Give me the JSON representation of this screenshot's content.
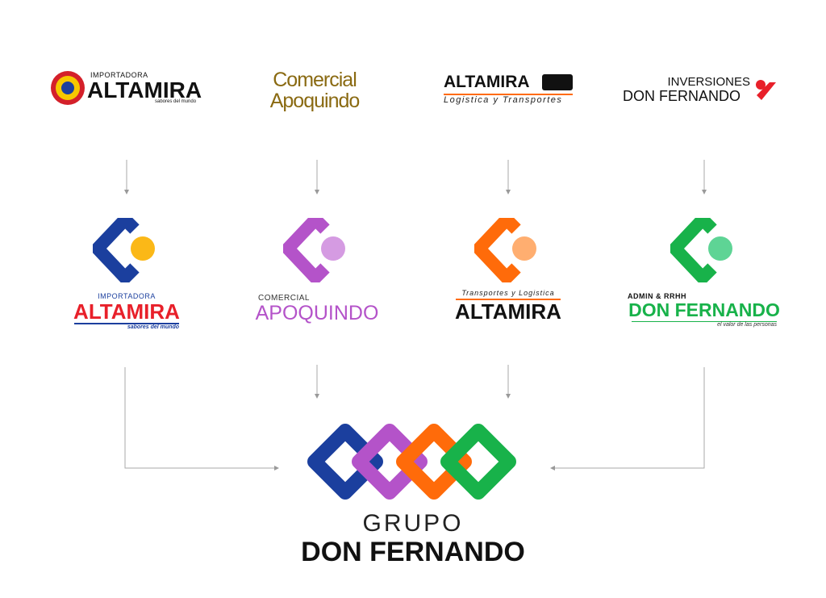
{
  "colors": {
    "blue": "#1b3f9e",
    "yellow": "#fbb817",
    "purple": "#b453c9",
    "light_purple": "#d59be2",
    "orange": "#ff6b0a",
    "light_orange": "#ffae70",
    "green": "#18b24a",
    "light_green": "#5ed495",
    "gold": "#8a6a12",
    "red": "#e8202a",
    "dark": "#111111",
    "gray": "#9a9a9a"
  },
  "old_brands": [
    {
      "small": "Importadora",
      "name": "ALTAMIRA",
      "tagline": "sabores del mundo"
    },
    {
      "line1": "Comercial",
      "line2": "Apoquindo"
    },
    {
      "name": "ALTAMIRA",
      "tagline": "Logistica y Transportes"
    },
    {
      "line1": "INVERSIONES",
      "line2": "DON FERNANDO"
    }
  ],
  "new_brands": [
    {
      "small": "Importadora",
      "name": "ALTAMIRA",
      "tagline": "sabores del mundo"
    },
    {
      "small": "COMERCIAL",
      "name": "APOQUINDO"
    },
    {
      "small": "Transportes y Logistica",
      "name": "ALTAMIRA"
    },
    {
      "small": "ADMIN & RRHH",
      "name": "DON FERNANDO",
      "tagline": "el valor de las personas"
    }
  ],
  "group": {
    "line1": "GRUPO",
    "line2": "DON FERNANDO"
  }
}
